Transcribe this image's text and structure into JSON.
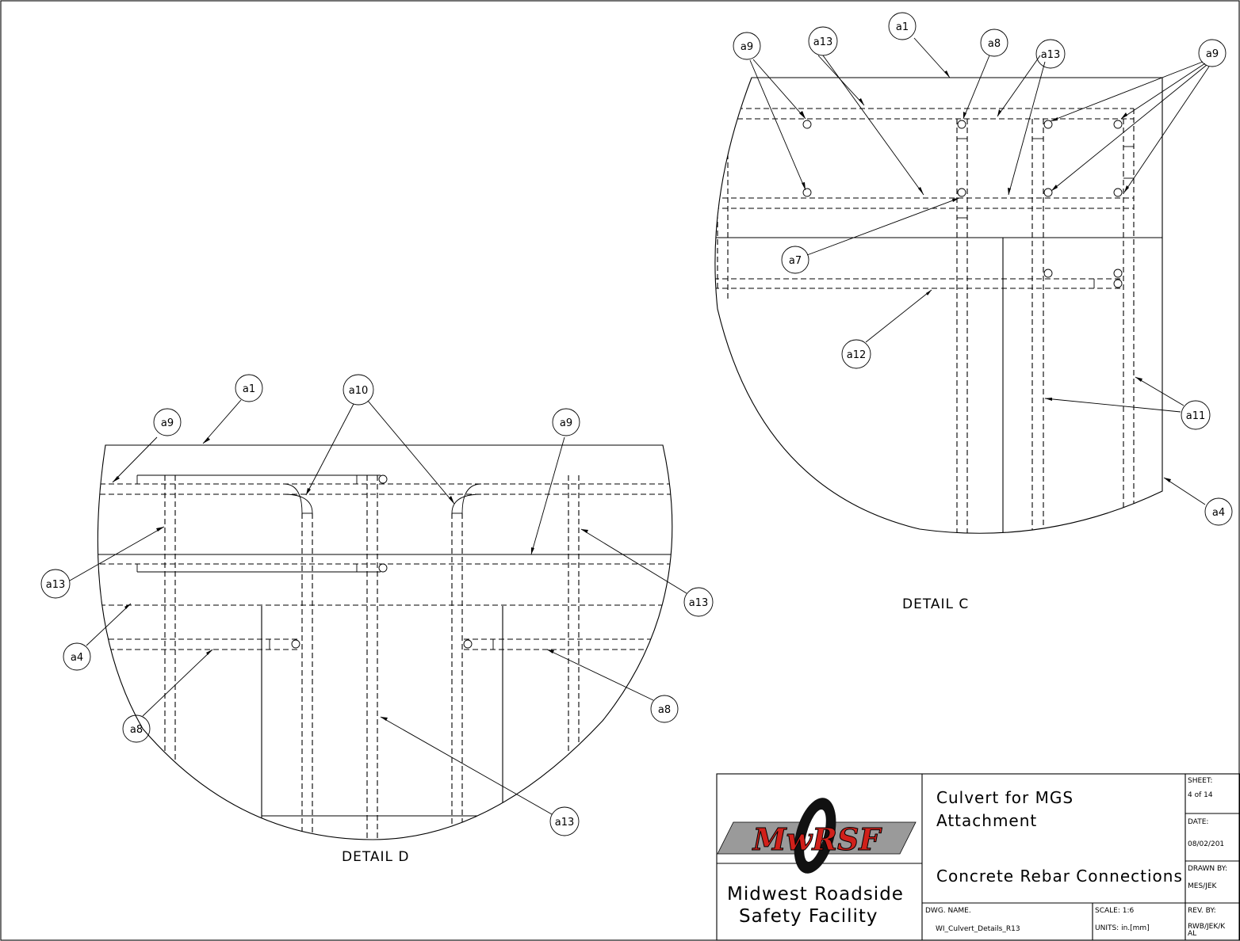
{
  "detail_c": {
    "title": "DETAIL C",
    "callouts": [
      "a9",
      "a13",
      "a1",
      "a8",
      "a13",
      "a9",
      "a7",
      "a12",
      "a11",
      "a4"
    ]
  },
  "detail_d": {
    "title": "DETAIL D",
    "callouts": [
      "a1",
      "a10",
      "a9",
      "a9",
      "a13",
      "a13",
      "a4",
      "a8",
      "a8",
      "a13"
    ]
  },
  "title_block": {
    "logo_text": "MwRSF",
    "org_line1": "Midwest Roadside",
    "org_line2": "Safety Facility",
    "project_line1": "Culvert for MGS",
    "project_line2": "Attachment",
    "sheet_title": "Concrete Rebar Connections",
    "dwg_name_label": "DWG. NAME.",
    "dwg_name_value": "WI_Culvert_Details_R13",
    "scale_label": "SCALE: 1:6",
    "units_label": "UNITS: in.[mm]",
    "sheet_label": "SHEET:",
    "sheet_value": "4 of 14",
    "date_label": "DATE:",
    "date_value": "08/02/201",
    "drawn_by_label": "DRAWN BY:",
    "drawn_by_value": "MES/JEK",
    "rev_by_label": "REV. BY:",
    "rev_by_value_1": "RWB/JEK/K",
    "rev_by_value_2": "AL"
  },
  "colors": {
    "line": "#000000",
    "logo_red": "#d0201a",
    "logo_gray": "#9a9a9a"
  }
}
